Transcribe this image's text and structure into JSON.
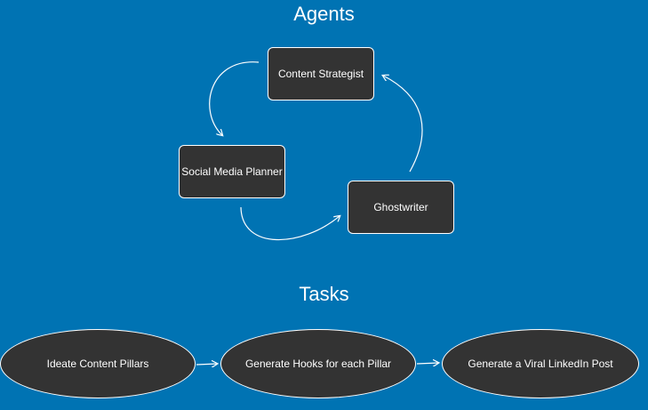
{
  "sections": {
    "agents_title": "Agents",
    "tasks_title": "Tasks"
  },
  "agents": [
    {
      "label": "Content Strategist"
    },
    {
      "label": "Social Media Planner"
    },
    {
      "label": "Ghostwriter"
    }
  ],
  "tasks": [
    {
      "label": "Ideate Content Pillars"
    },
    {
      "label": "Generate Hooks for each Pillar"
    },
    {
      "label": "Generate a Viral LinkedIn Post"
    }
  ],
  "colors": {
    "background": "#0073b3",
    "node_fill": "#333333",
    "node_border": "#ffffff",
    "text": "#ffffff"
  }
}
